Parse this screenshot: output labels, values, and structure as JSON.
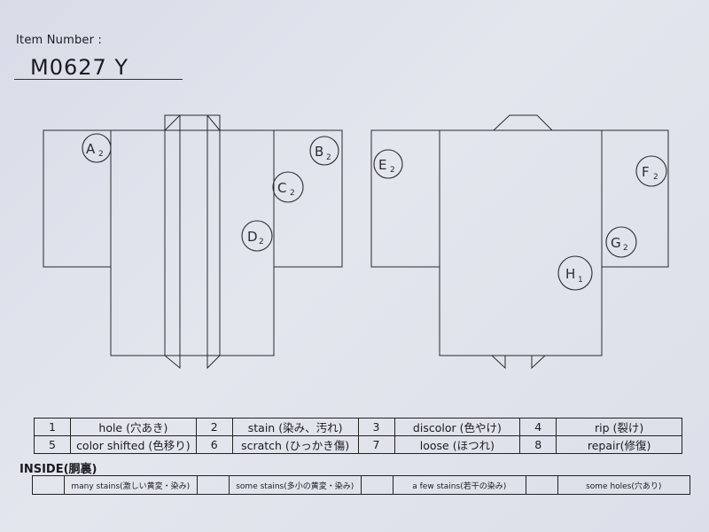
{
  "header": {
    "item_number_label": "Item Number :",
    "item_number_value": "M0627   Y"
  },
  "marks": [
    {
      "letter": "A",
      "sub": "2"
    },
    {
      "letter": "B",
      "sub": "2"
    },
    {
      "letter": "C",
      "sub": "2"
    },
    {
      "letter": "D",
      "sub": "2"
    },
    {
      "letter": "E",
      "sub": "2"
    },
    {
      "letter": "F",
      "sub": "2"
    },
    {
      "letter": "G",
      "sub": "2"
    },
    {
      "letter": "H",
      "sub": "1"
    }
  ],
  "legend": [
    [
      {
        "num": "1",
        "text": "hole (穴あき)"
      },
      {
        "num": "2",
        "text": "stain (染み、汚れ)"
      },
      {
        "num": "3",
        "text": "discolor (色やけ)"
      },
      {
        "num": "4",
        "text": "rip (裂け)"
      }
    ],
    [
      {
        "num": "5",
        "text": "color shifted (色移り)"
      },
      {
        "num": "6",
        "text": "scratch (ひっかき傷)"
      },
      {
        "num": "7",
        "text": "loose (ほつれ)"
      },
      {
        "num": "8",
        "text": "repair(修復)"
      }
    ]
  ],
  "inside": {
    "label": "INSIDE(胴裏)",
    "options": [
      "many stains(激しい黄変・染み)",
      "some stains(多小の黄変・染み)",
      "a few stains(若干の染み)",
      "some holes(穴あり)"
    ]
  }
}
